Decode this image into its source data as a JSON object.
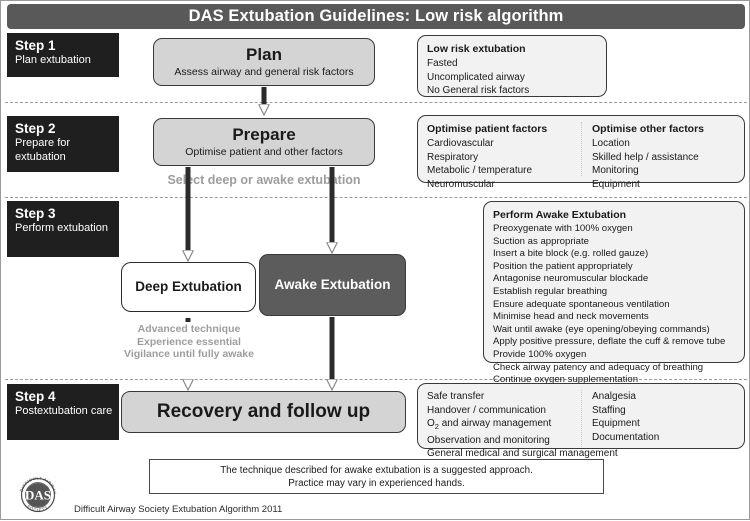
{
  "title": "DAS Extubation Guidelines: Low risk algorithm",
  "steps": [
    {
      "num": "Step 1",
      "sub": "Plan extubation"
    },
    {
      "num": "Step 2",
      "sub": "Prepare for extubation"
    },
    {
      "num": "Step 3",
      "sub": "Perform extubation"
    },
    {
      "num": "Step 4",
      "sub": "Postextubation care"
    }
  ],
  "boxes": {
    "plan": {
      "title": "Plan",
      "subtitle": "Assess airway and general risk factors"
    },
    "prepare": {
      "title": "Prepare",
      "subtitle": "Optimise patient and other factors"
    },
    "deep": {
      "title": "Deep Extubation"
    },
    "awake": {
      "title": "Awake Extubation"
    },
    "recovery": {
      "title": "Recovery and follow up"
    }
  },
  "hints": {
    "select": "Select deep or awake extubation",
    "deep_caution": [
      "Advanced technique",
      "Experience essential",
      "Vigilance until fully awake"
    ]
  },
  "panels": {
    "low_risk": {
      "heading": "Low risk extubation",
      "items": [
        "Fasted",
        "Uncomplicated airway",
        "No General risk factors"
      ]
    },
    "optimise": {
      "left": {
        "heading": "Optimise patient factors",
        "items": [
          "Cardiovascular",
          "Respiratory",
          "Metabolic / temperature",
          "Neuromuscular"
        ]
      },
      "right": {
        "heading": "Optimise other factors",
        "items": [
          "Location",
          "Skilled help / assistance",
          "Monitoring",
          "Equipment"
        ]
      }
    },
    "awake_extubation": {
      "heading": "Perform Awake Extubation",
      "items": [
        "Preoxygenate with 100% oxygen",
        "Suction as appropriate",
        "Insert a bite block (e.g. rolled gauze)",
        "Position the patient appropriately",
        "Antagonise neuromuscular blockade",
        "Establish regular breathing",
        "Ensure adequate spontaneous ventilation",
        "Minimise head and neck movements",
        "Wait until awake (eye opening/obeying commands)",
        "Apply positive pressure, deflate the cuff & remove tube",
        "Provide 100% oxygen",
        "Check airway patency and adequacy of breathing",
        "Continue oxygen supplementation"
      ]
    },
    "postextubation": {
      "left": [
        "Safe transfer",
        "Handover / communication",
        "O2 and airway management",
        "Observation and monitoring"
      ],
      "right": [
        "Analgesia",
        "Staffing",
        "Equipment",
        "Documentation"
      ],
      "full": "General medical and surgical management",
      "o2_prefix": "O",
      "o2_sub": "2",
      "o2_rest": " and airway management"
    }
  },
  "note": {
    "line1": "The technique described for awake extubation is a suggested approach.",
    "line2": "Practice may vary in experienced hands."
  },
  "credit": "Difficult Airway Society Extubation Algorithm 2011",
  "logo": {
    "text": "DAS",
    "ring_top": "DIFFICULT AIRWAY",
    "ring_bottom": "SOCIETY"
  },
  "colors": {
    "title_bar": "#595959",
    "step_block": "#1f1f1f",
    "process_fill": "#d4d4d4",
    "awake_fill": "#5c5c5c",
    "panel_fill": "#f2f2f2",
    "hint_text": "#9d9d9d"
  }
}
